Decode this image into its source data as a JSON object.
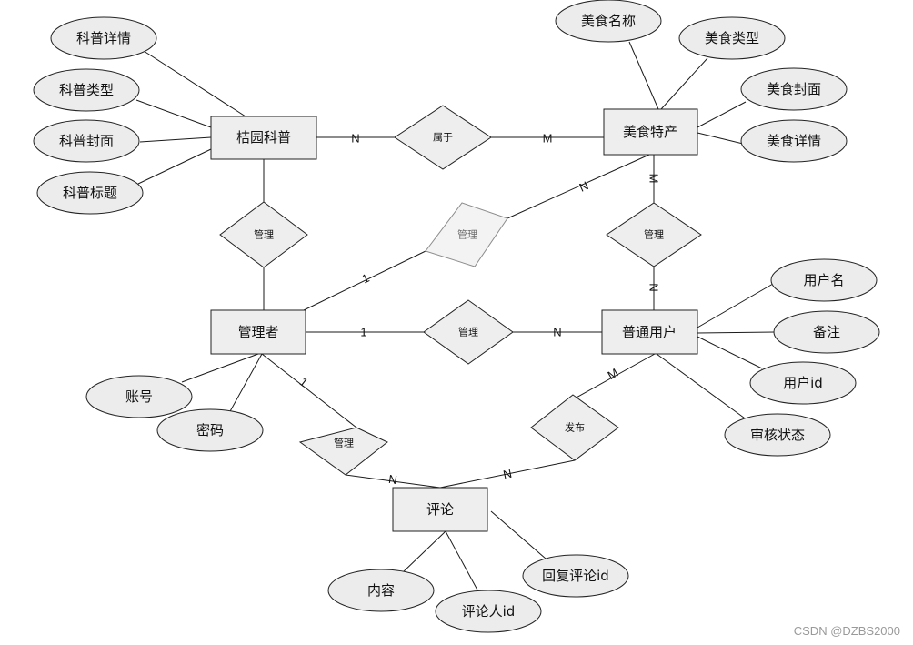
{
  "entities": {
    "science": "桔园科普",
    "food": "美食特产",
    "admin": "管理者",
    "user": "普通用户",
    "comment": "评论"
  },
  "attributes": {
    "science_detail": "科普详情",
    "science_type": "科普类型",
    "science_cover": "科普封面",
    "science_title": "科普标题",
    "food_name": "美食名称",
    "food_type": "美食类型",
    "food_cover": "美食封面",
    "food_detail": "美食详情",
    "admin_account": "账号",
    "admin_password": "密码",
    "user_name": "用户名",
    "user_note": "备注",
    "user_id": "用户id",
    "user_audit": "审核状态",
    "comment_content": "内容",
    "comment_author_id": "评论人id",
    "comment_reply_id": "回复评论id"
  },
  "relationships": {
    "belongs": "属于",
    "manage_science": "管理",
    "manage_food": "管理",
    "manage_food_user": "管理",
    "manage_user": "管理",
    "manage_comment": "管理",
    "publish": "发布"
  },
  "cardinalities": {
    "science_belongs": "N",
    "food_belongs": "M",
    "food_manage_food": "N",
    "admin_manage_food": "1",
    "food_manage_food_user": "M",
    "user_manage_food_user": "N",
    "admin_manage_user": "1",
    "user_manage_user": "N",
    "user_publish": "M",
    "comment_publish": "N",
    "admin_manage_comment": "1",
    "comment_manage_comment": "N"
  },
  "watermark": "CSDN @DZBS2000"
}
